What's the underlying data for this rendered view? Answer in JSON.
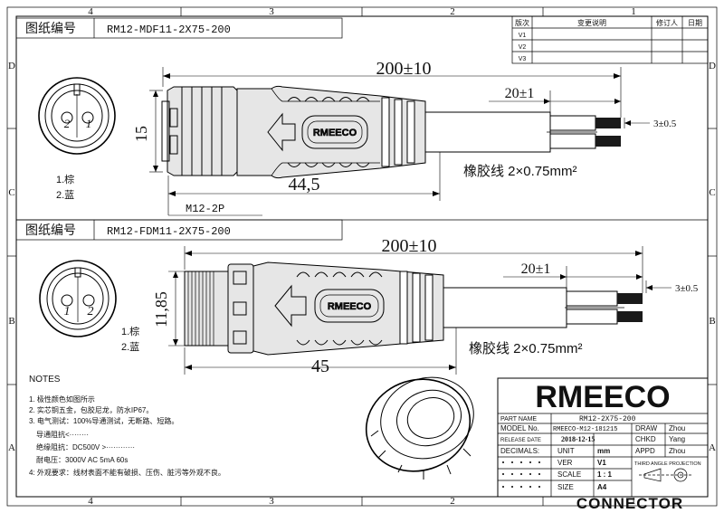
{
  "frame": {
    "top_zones": [
      "4",
      "3",
      "2",
      "1"
    ],
    "bottom_zones": [
      "4",
      "3",
      "2",
      "1"
    ],
    "side_zones": [
      "D",
      "C",
      "B",
      "A"
    ]
  },
  "revision_table": {
    "headers": [
      "版次",
      "变更说明",
      "修订人",
      "日期"
    ],
    "rows": [
      "V1",
      "V2",
      "V3"
    ]
  },
  "drawing1": {
    "label": "图纸编号",
    "number": "RM12-MDF11-2X75-200",
    "pins": [
      "2",
      "1"
    ],
    "legend": [
      "1.棕",
      "2.蓝"
    ],
    "dim_total": "200±10",
    "dim_strip": "20±1",
    "dim_tip": "3±0.5",
    "dim_dia": "15",
    "dim_body": "44,5",
    "thread": "M12-2P",
    "cable": "橡胶线 2×0.75mm²",
    "logo_text": "RMEECO"
  },
  "drawing2": {
    "label": "图纸编号",
    "number": "RM12-FDM11-2X75-200",
    "pins": [
      "1",
      "2"
    ],
    "legend": [
      "1.棕",
      "2.蓝"
    ],
    "dim_total": "200±10",
    "dim_strip": "20±1",
    "dim_tip": "3±0.5",
    "dim_dia": "11,85",
    "dim_body": "45",
    "cable": "橡胶线 2×0.75mm²",
    "logo_text": "RMEECO"
  },
  "notes": {
    "title": "NOTES",
    "items": [
      "1. 极性颜色如图所示",
      "2. 实芯铜五金，包胶尼龙，防水IP67。",
      "3. 电气测试：100%导通测试，无断路、短路。",
      "导通阻抗<········",
      "绝缘阻抗：DC500V >············",
      "耐电压：3000V AC 5mA 60s",
      "4: 外观要求：线材表面不能有破损、压伤、脏污等外观不良。"
    ]
  },
  "title_block": {
    "brand": "RMEECO",
    "part_name_label": "PART NAME",
    "part_name": "RM12-2X75-200",
    "model_label": "MODEL No.",
    "model": "RMEECO-M12-181215",
    "draw_label": "DRAW",
    "draw": "Zhou",
    "release_label": "RELEASE DATE",
    "release": "2018-12-15",
    "chkd_label": "CHKD",
    "chkd": "Yang",
    "decimals_label": "DECIMALS:",
    "unit_label": "UNIT",
    "unit": "mm",
    "appd_label": "APPD",
    "appd": "Zhou",
    "ver_label": "VER",
    "ver": "V1",
    "projection_label": "THIRD ANGLE PROJECTION",
    "scale_label": "SCALE",
    "scale": "1 : 1",
    "size_label": "SIZE",
    "size": "A4",
    "footer_brand": "CONNECTOR"
  }
}
